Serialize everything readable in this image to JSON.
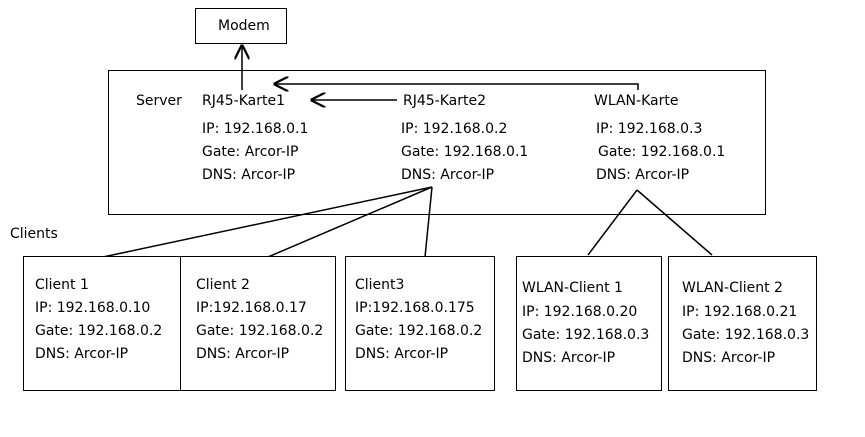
{
  "modem": {
    "label": "Modem"
  },
  "server": {
    "label": "Server",
    "cards": [
      {
        "name": "RJ45-Karte1",
        "ip": "IP: 192.168.0.1",
        "gate": "Gate: Arcor-IP",
        "dns": "DNS: Arcor-IP"
      },
      {
        "name": "RJ45-Karte2",
        "ip": "IP: 192.168.0.2",
        "gate": "Gate: 192.168.0.1",
        "dns": "DNS: Arcor-IP"
      },
      {
        "name": "WLAN-Karte",
        "ip": "IP: 192.168.0.3",
        "gate": "Gate: 192.168.0.1",
        "dns": "DNS: Arcor-IP"
      }
    ]
  },
  "clients_label": "Clients",
  "clients": [
    {
      "name": "Client 1",
      "ip": "IP: 192.168.0.10",
      "gate": "Gate: 192.168.0.2",
      "dns": "DNS: Arcor-IP"
    },
    {
      "name": "Client 2",
      "ip": "IP:192.168.0.17",
      "gate": "Gate: 192.168.0.2",
      "dns": "DNS: Arcor-IP"
    },
    {
      "name": "Client3",
      "ip": "IP:192.168.0.175",
      "gate": "Gate: 192.168.0.2",
      "dns": "DNS: Arcor-IP"
    },
    {
      "name": "WLAN-Client 1",
      "ip": "IP: 192.168.0.20",
      "gate": "Gate: 192.168.0.3",
      "dns": "DNS: Arcor-IP"
    },
    {
      "name": "WLAN-Client 2",
      "ip": "IP: 192.168.0.21",
      "gate": "Gate: 192.168.0.3",
      "dns": "DNS: Arcor-IP"
    }
  ]
}
